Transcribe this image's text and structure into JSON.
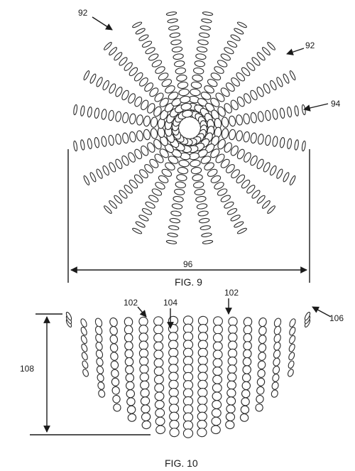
{
  "figures": {
    "fig9": {
      "caption": "FIG. 9",
      "labels": {
        "ref_92_top": "92",
        "ref_92_right": "92",
        "ref_94": "94",
        "ref_96": "96"
      },
      "spoke_count": 20
    },
    "fig10": {
      "caption": "FIG. 10",
      "labels": {
        "ref_102_left": "102",
        "ref_102_right": "102",
        "ref_104": "104",
        "ref_106": "106",
        "ref_108": "108"
      }
    }
  },
  "colors": {
    "ink": "#1a1a1a",
    "paper": "#ffffff"
  }
}
